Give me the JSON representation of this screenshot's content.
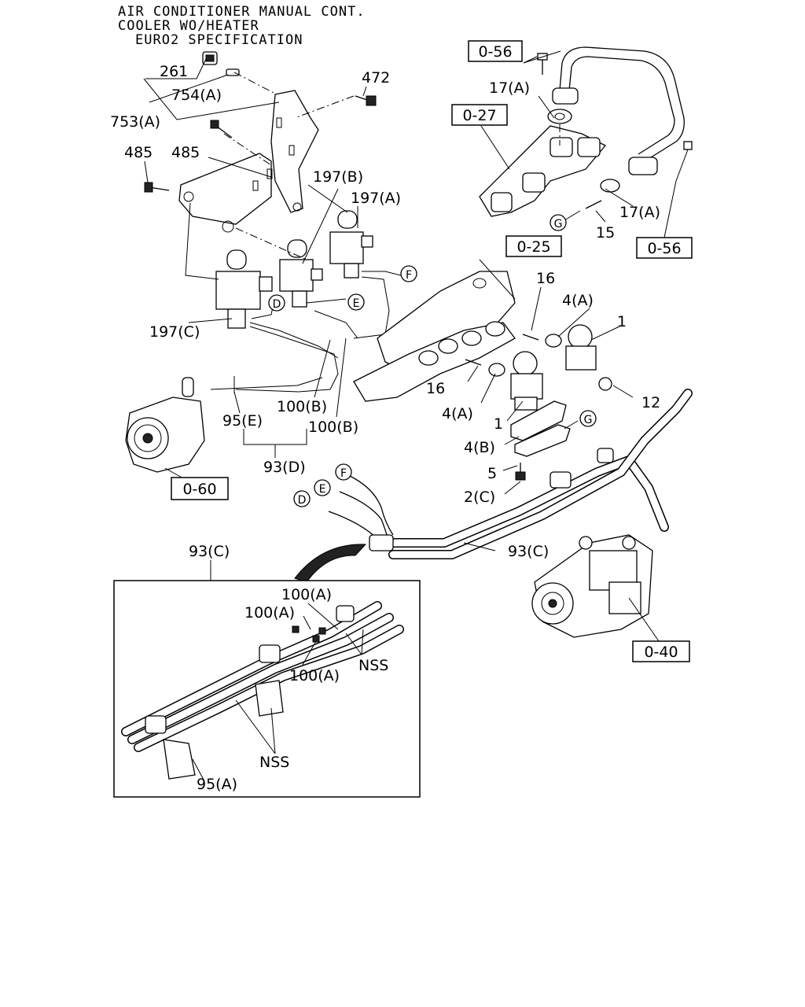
{
  "header": {
    "line1": "AIR CONDITIONER MANUAL CONT.",
    "line2": "COOLER WO/HEATER",
    "line3": "EURO2 SPECIFICATION"
  },
  "refs": {
    "r056a": "0-56",
    "r027": "0-27",
    "r056b": "0-56",
    "r025": "0-25",
    "r060": "0-60",
    "r040": "0-40"
  },
  "connectors": {
    "g1": "G",
    "g2": "G",
    "f1": "F",
    "f2": "F",
    "e1": "E",
    "e2": "E",
    "d1": "D",
    "d2": "D"
  },
  "labels": {
    "p261": "261",
    "p754a": "754(A)",
    "p753a": "753(A)",
    "p472": "472",
    "p485a": "485",
    "p485b": "485",
    "p197b": "197(B)",
    "p197a": "197(A)",
    "p197c": "197(C)",
    "p17a1": "17(A)",
    "p17a2": "17(A)",
    "p15": "15",
    "p16a": "16",
    "p16b": "16",
    "p4a1": "4(A)",
    "p4a2": "4(A)",
    "p1a": "1",
    "p1b": "1",
    "p12": "12",
    "p4b": "4(B)",
    "p5": "5",
    "p2c": "2(C)",
    "p95e": "95(E)",
    "p100b1": "100(B)",
    "p100b2": "100(B)",
    "p93d": "93(D)",
    "p93c1": "93(C)",
    "p93c2": "93(C)",
    "p100a1": "100(A)",
    "p100a2": "100(A)",
    "p100a3": "100(A)",
    "nss1": "NSS",
    "nss2": "NSS",
    "p95a": "95(A)"
  }
}
